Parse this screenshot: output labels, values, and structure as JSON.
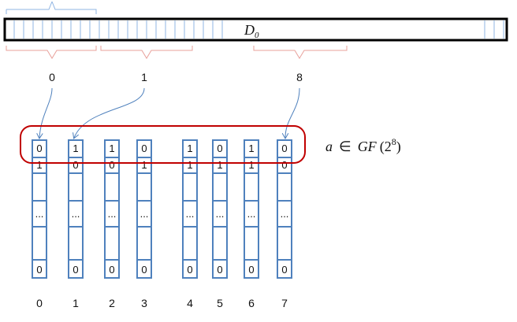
{
  "buffer": {
    "label": "D",
    "label_sub": "0"
  },
  "segments": [
    {
      "label": "0"
    },
    {
      "label": "1"
    },
    {
      "label": "8"
    }
  ],
  "field_label": {
    "var": "a",
    "in": "∈",
    "field": "GF",
    "base": "2",
    "exp": "8"
  },
  "columns": [
    {
      "index": "0",
      "top": "0",
      "second": "1",
      "ellipsis": "...",
      "bottom": "0"
    },
    {
      "index": "1",
      "top": "1",
      "second": "0",
      "ellipsis": "...",
      "bottom": "0"
    },
    {
      "index": "2",
      "top": "1",
      "second": "0",
      "ellipsis": "...",
      "bottom": "0"
    },
    {
      "index": "3",
      "top": "0",
      "second": "1",
      "ellipsis": "...",
      "bottom": "0"
    },
    {
      "index": "4",
      "top": "1",
      "second": "1",
      "ellipsis": "...",
      "bottom": "0"
    },
    {
      "index": "5",
      "top": "0",
      "second": "1",
      "ellipsis": "...",
      "bottom": "0"
    },
    {
      "index": "6",
      "top": "1",
      "second": "1",
      "ellipsis": "...",
      "bottom": "0"
    },
    {
      "index": "7",
      "top": "0",
      "second": "0",
      "ellipsis": "...",
      "bottom": "0"
    }
  ],
  "colors": {
    "blue": "#4f81bd",
    "red": "#c0504d",
    "highlight": "#c00000",
    "brace_blue": "#8fb4e3",
    "brace_red": "#e8a09a"
  }
}
